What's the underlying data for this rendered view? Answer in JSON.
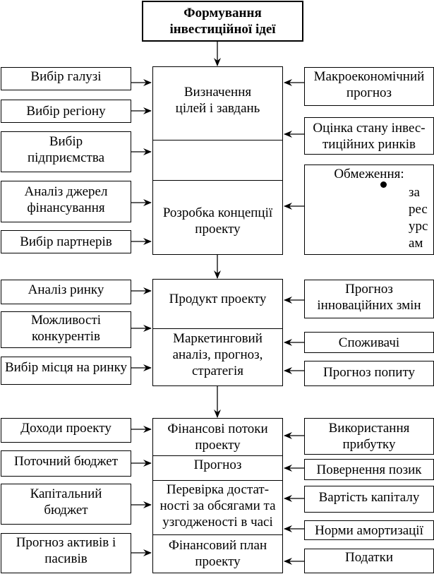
{
  "title": "Формування\nінвестиційної ідеї",
  "stage1": {
    "left": [
      "Вибір галузі",
      "Вибір регіону",
      "Вибір\nпідприємства",
      "Аналіз джерел\nфінансування",
      "Вибір партнерів"
    ],
    "center_goals": "Визначення\nцілей і завдань",
    "center_concept": "Розробка концепції\nпроекту",
    "right": [
      "Макроекономічний\nпрогноз",
      "Оцінка стану інвес-\nтиційних ринків"
    ],
    "constraints": {
      "title": "Обмеження:",
      "item": "за\nрес\nурс\nам"
    }
  },
  "stage2": {
    "left": [
      "Аналіз ринку",
      "Можливості\nконкурентів",
      "Вибір місця на ринку"
    ],
    "center_product": "Продукт проекту",
    "center_marketing": "Маркетинговий\nаналіз, прогноз,\nстратегія",
    "right": [
      "Прогноз\nінноваційних змін",
      "Споживачі",
      "Прогноз попиту"
    ]
  },
  "stage3": {
    "left": [
      "Доходи проекту",
      "Поточний бюджет",
      "Капітальний\nбюджет",
      "Прогноз активів і\nпасивів"
    ],
    "center_cashflows": "Фінансові потоки\nпроекту",
    "center_forecast": "Прогноз",
    "center_check": "Перевірка достат-\nності за обсягами та\nузгодженості в часі",
    "center_plan": "Фінансовий план\nпроекту",
    "right": [
      "Використання\nприбутку",
      "Повернення позик",
      "Вартість капіталу",
      "Норми амортизації",
      "Податки"
    ]
  }
}
